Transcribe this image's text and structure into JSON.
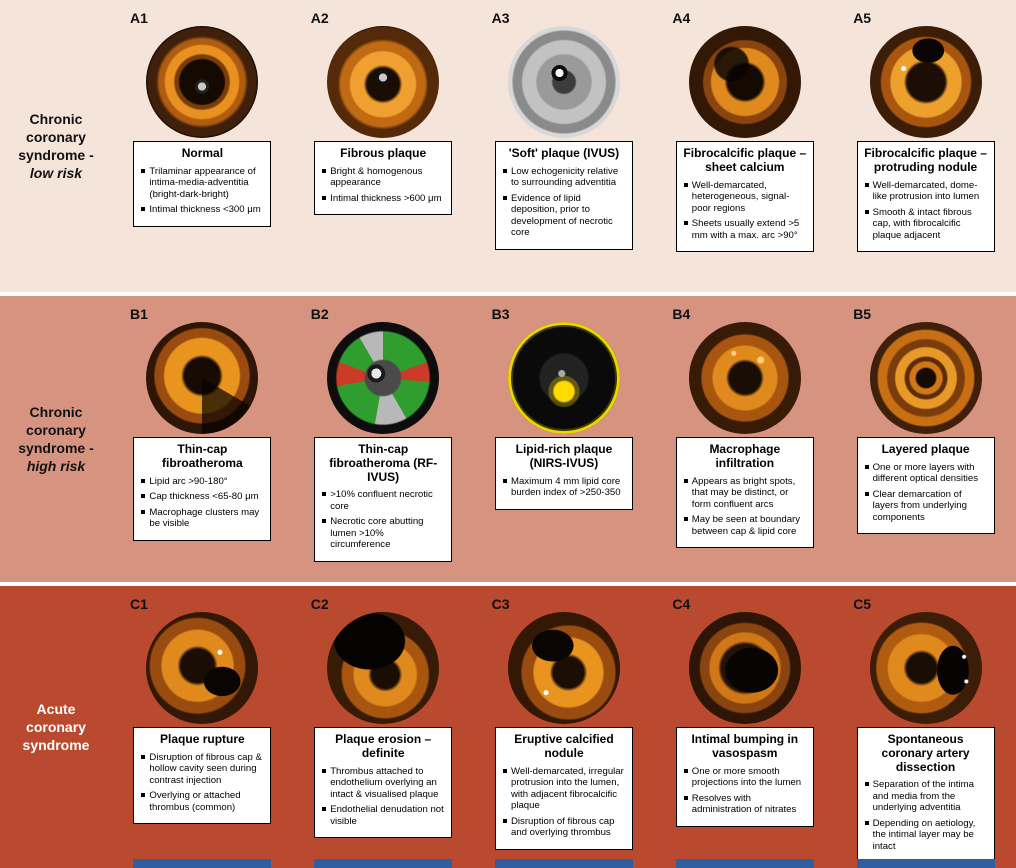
{
  "colors": {
    "row_a_bg": "#f4e4da",
    "row_b_bg": "#d69480",
    "row_c_bg": "#b94a30",
    "card_border": "#000000",
    "footer_bar": "#2e5fa3"
  },
  "rows": [
    {
      "id": "A",
      "label": "Chronic coronary syndrome -",
      "label_italic": "low risk",
      "label_color": "#111111",
      "bg": "#f4e4da",
      "footer_bar": false,
      "panels": [
        {
          "code": "A1",
          "scan": "oct",
          "title": "Normal",
          "bullets": [
            "Trilaminar appearance of intima-media-adventitia (bright-dark-bright)",
            "Intimal thickness <300 μm"
          ]
        },
        {
          "code": "A2",
          "scan": "oct",
          "title": "Fibrous plaque",
          "bullets": [
            "Bright & homogenous appearance",
            "Intimal thickness >600 μm"
          ]
        },
        {
          "code": "A3",
          "scan": "ivus",
          "title": "'Soft' plaque (IVUS)",
          "bullets": [
            "Low echogenicity relative to surrounding adventitia",
            "Evidence of lipid deposition, prior to development of necrotic core"
          ]
        },
        {
          "code": "A4",
          "scan": "oct",
          "title": "Fibrocalcific plaque – sheet calcium",
          "bullets": [
            "Well-demarcated, heterogeneous, signal-poor regions",
            "Sheets usually extend >5 mm with a max. arc >90°"
          ]
        },
        {
          "code": "A5",
          "scan": "oct",
          "title": "Fibrocalcific plaque – protruding nodule",
          "bullets": [
            "Well-demarcated, dome-like protrusion into lumen",
            "Smooth & intact fibrous cap, with fibrocalcific plaque adjacent"
          ]
        }
      ]
    },
    {
      "id": "B",
      "label": "Chronic coronary syndrome -",
      "label_italic": "high risk",
      "label_color": "#111111",
      "bg": "#d69480",
      "footer_bar": false,
      "panels": [
        {
          "code": "B1",
          "scan": "oct",
          "title": "Thin-cap fibroatheroma",
          "bullets": [
            "Lipid arc >90-180°",
            "Cap thickness <65-80 μm",
            "Macrophage clusters may be visible"
          ]
        },
        {
          "code": "B2",
          "scan": "rf-ivus",
          "title": "Thin-cap fibroatheroma (RF-IVUS)",
          "bullets": [
            ">10% confluent necrotic core",
            "Necrotic core abutting lumen >10% circumference"
          ]
        },
        {
          "code": "B3",
          "scan": "nirs-ivus",
          "title": "Lipid-rich plaque (NIRS-IVUS)",
          "bullets": [
            "Maximum 4 mm lipid core burden index of >250-350"
          ]
        },
        {
          "code": "B4",
          "scan": "oct",
          "title": "Macrophage infiltration",
          "bullets": [
            "Appears as bright spots, that may be distinct, or form confluent arcs",
            "May be seen at boundary between cap & lipid core"
          ]
        },
        {
          "code": "B5",
          "scan": "oct",
          "title": "Layered plaque",
          "bullets": [
            "One or more layers with different optical densities",
            "Clear demarcation of layers from underlying components"
          ]
        }
      ]
    },
    {
      "id": "C",
      "label": "Acute coronary syndrome",
      "label_italic": "",
      "label_color": "#ffffff",
      "bg": "#b94a30",
      "footer_bar": true,
      "panels": [
        {
          "code": "C1",
          "scan": "oct",
          "title": "Plaque rupture",
          "bullets": [
            "Disruption of fibrous cap & hollow cavity seen during contrast injection",
            "Overlying or attached thrombus (common)"
          ]
        },
        {
          "code": "C2",
          "scan": "oct",
          "title": "Plaque erosion – definite",
          "bullets": [
            "Thrombus attached to endothelium overlying an intact & visualised plaque",
            "Endothelial denudation not visible"
          ]
        },
        {
          "code": "C3",
          "scan": "oct",
          "title": "Eruptive calcified nodule",
          "bullets": [
            "Well-demarcated, irregular protrusion into the lumen, with adjacent fibrocalcific plaque",
            "Disruption of fibrous cap and overlying thrombus"
          ]
        },
        {
          "code": "C4",
          "scan": "oct",
          "title": "Intimal bumping in vasospasm",
          "bullets": [
            "One or more smooth projections into the lumen",
            "Resolves with administration of nitrates"
          ]
        },
        {
          "code": "C5",
          "scan": "oct",
          "title": "Spontaneous coronary artery dissection",
          "bullets": [
            "Separation of the intima and media from the underlying adventitia",
            "Depending on aetiology, the intimal layer may be intact"
          ]
        }
      ]
    }
  ]
}
